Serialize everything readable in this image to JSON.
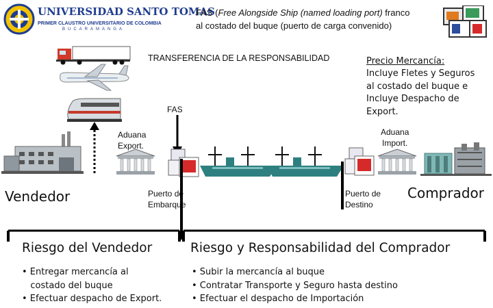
{
  "logo": {
    "name": "UNIVERSIDAD SANTO TOMAS",
    "subtitle": "PRIMER CLAUSTRO UNIVERSITARIO DE COLOMBIA",
    "tagline": "BUCARAMANGA"
  },
  "header": {
    "fas_prefix": "FAS (",
    "fas_italic": "Free Alongside Ship (named loading port)",
    "fas_suffix": " franco",
    "line2": "al costado del buque (puerto de carga convenido)"
  },
  "transfer_title": "TRANSFERENCIA DE LA RESPONSABILIDAD",
  "price": {
    "title": "Precio Mercancía:",
    "lines": [
      "Incluye Fletes y Seguros",
      "al costado del buque e",
      "Incluye Despacho de",
      "Export."
    ]
  },
  "labels": {
    "fas": "FAS",
    "aduana_export_1": "Aduana",
    "aduana_export_2": "Export.",
    "aduana_import_1": "Aduana",
    "aduana_import_2": "Import.",
    "vendedor": "Vendedor",
    "comprador": "Comprador",
    "puerto_embarque_1": "Puerto de",
    "puerto_embarque_2": "Embarque",
    "puerto_destino_1": "Puerto de",
    "puerto_destino_2": "Destino"
  },
  "seller": {
    "heading": "Riesgo del Vendedor",
    "bullets": [
      "• Entregar mercancía al",
      "   costado del buque",
      "• Efectuar despacho de Export."
    ]
  },
  "buyer": {
    "heading": "Riesgo y Responsabilidad del Comprador",
    "bullets": [
      "• Subir la mercancía al buque",
      "• Contratar Transporte y Seguro hasta destino",
      "• Efectuar el despacho de Importación"
    ]
  },
  "colors": {
    "logo_blue": "#1f3d8f",
    "ship_teal": "#2e7f7f",
    "black": "#000000"
  }
}
